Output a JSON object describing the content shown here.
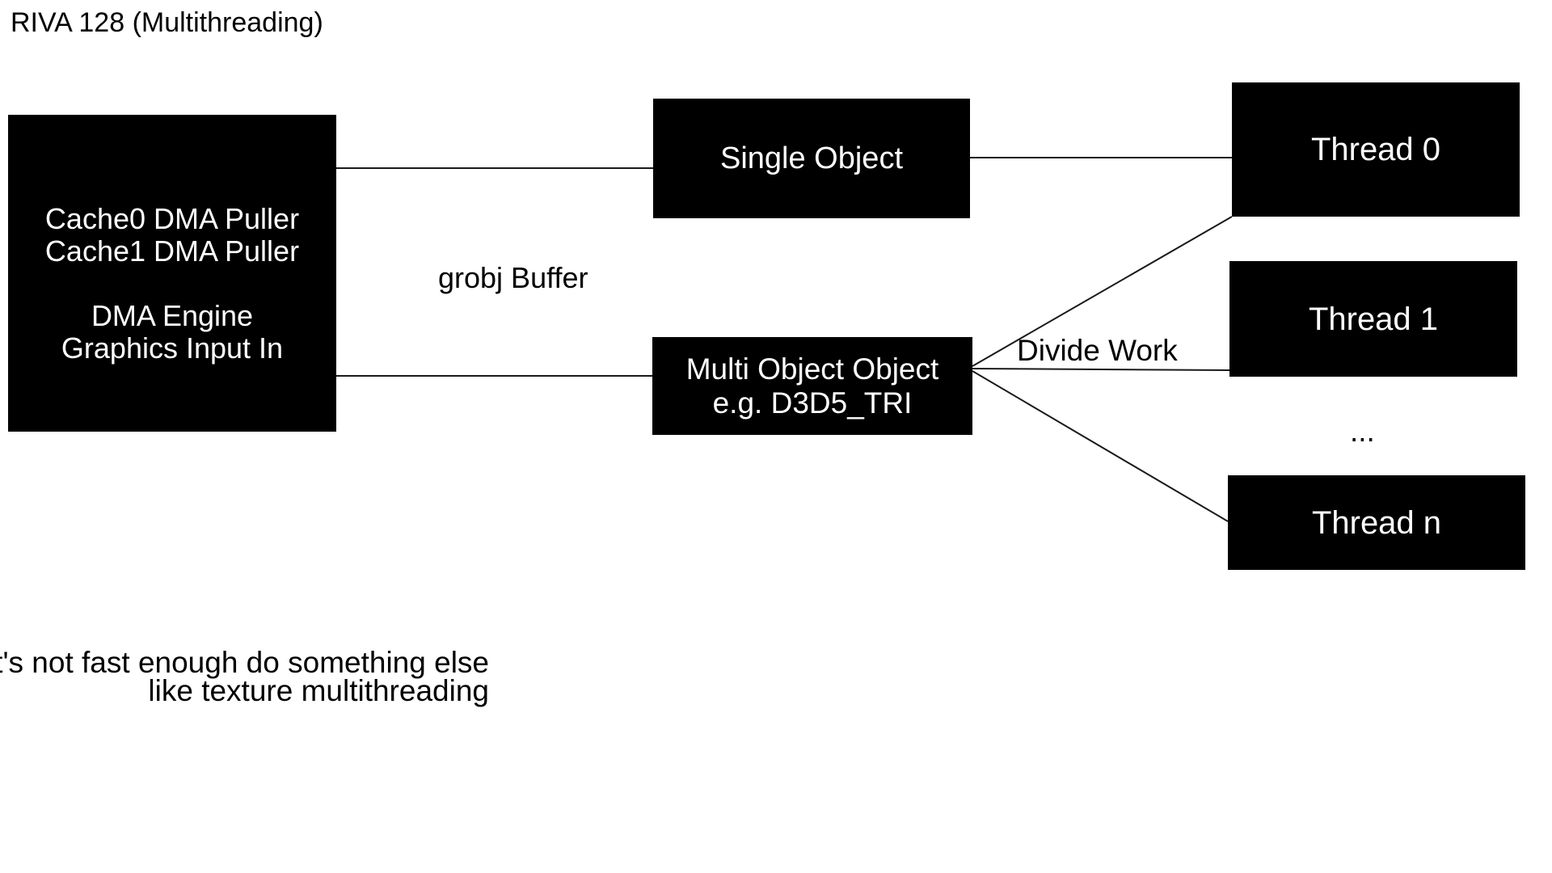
{
  "canvas": {
    "background": "#ffffff",
    "node_fill": "#000000",
    "node_text_color": "#ffffff",
    "label_text_color": "#000000",
    "connector_color": "#1a1a1a"
  },
  "title": "RIVA 128 (Multithreading)",
  "nodes": {
    "dma_puller": {
      "label": "Cache0 DMA Puller\nCache1 DMA Puller\n\nDMA Engine\nGraphics Input In"
    },
    "single_object": {
      "label": "Single Object"
    },
    "multi_object": {
      "label": "Multi Object Object\ne.g. D3D5_TRI"
    },
    "thread_0": {
      "label": "Thread 0"
    },
    "thread_1": {
      "label": "Thread 1"
    },
    "thread_n": {
      "label": "Thread n"
    }
  },
  "labels": {
    "grobj_buffer": "grobj Buffer",
    "divide_work": "Divide Work",
    "ellipsis": "...",
    "note": "If it's not fast enough do something else\nlike texture multithreading"
  }
}
